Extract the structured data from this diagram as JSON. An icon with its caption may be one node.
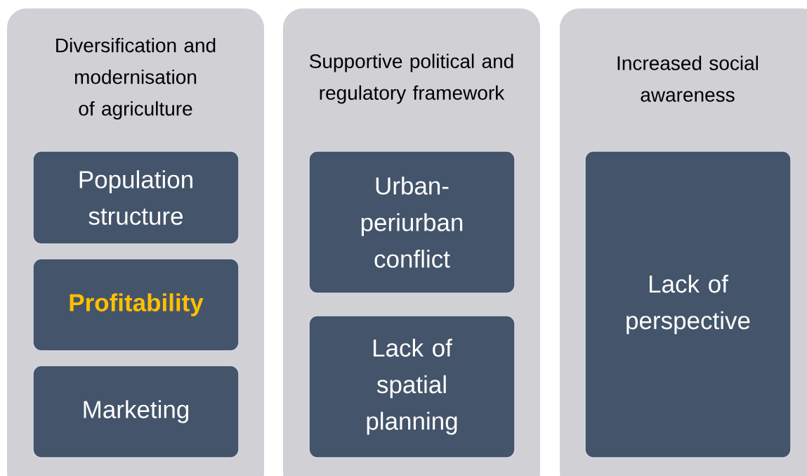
{
  "diagram": {
    "nodes": [
      {
        "text": [
          "Diversification and modernisation of agriculture"
        ]
      },
      {
        "text": [
          "Population structure"
        ],
        "in": 0
      },
      {
        "text": [
          "Profitability"
        ],
        "in": 0
      },
      {
        "text": [
          "Marketing"
        ],
        "in": 0
      },
      {
        "text": [
          "Supportive political and regulatory framework"
        ]
      },
      {
        "text": [
          "Urban-periurban conflict"
        ],
        "in": 4
      },
      {
        "text": [
          "Lack of spatial planning"
        ],
        "in": 4
      },
      {
        "text": [
          "Increased social awareness"
        ]
      },
      {
        "text": [
          "Lack of perspective"
        ],
        "in": 7
      }
    ]
  }
}
